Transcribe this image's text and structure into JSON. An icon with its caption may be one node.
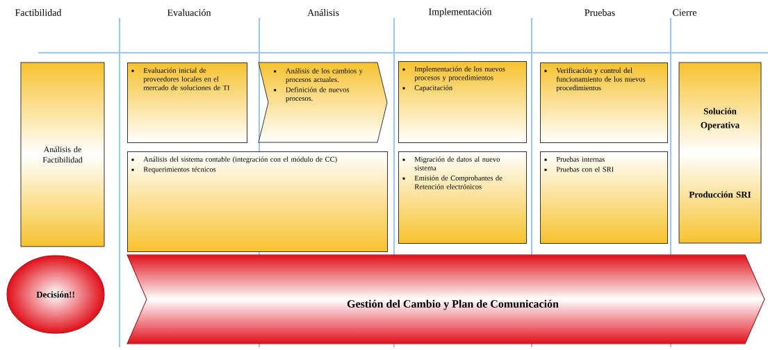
{
  "diagram": {
    "nodes": [
      {
        "text": [
          "Análisis de Factibilidad"
        ]
      },
      {
        "text": [
          "Evaluación inicial de proveedores locales en el mercado de soluciones de TI"
        ]
      },
      {
        "text": [
          "Análisis de los cambios y procesos actuales.",
          "Definición de nuevos procesos."
        ]
      },
      {
        "text": [
          "Implementación de los nuevos procesos y procedimientos",
          "Capacitación"
        ]
      },
      {
        "text": [
          "Análisis del sistema contable (integración con el módulo de CC)",
          "Requerimientos técnicos"
        ]
      },
      {
        "text": [
          "Migración de datos al nuevo sistema",
          "Emisión de Comprobantes de Retención electrónicos"
        ]
      },
      {
        "text": [
          "Verificación y control del funcionamiento de los nuevos procedimientos"
        ]
      },
      {
        "text": [
          "Pruebas internas",
          "Pruebas con el SRI"
        ]
      },
      {
        "text": [
          "Solución Operativa",
          "Producción SRI"
        ]
      },
      {
        "text": [
          "Decisión!!"
        ]
      },
      {
        "text": [
          "Gestión del Cambio y Plan de Comunicación"
        ]
      }
    ],
    "labels": [
      "Factibilidad",
      "Evaluación",
      "Análisis",
      "Implementación",
      "Pruebas",
      "Cierre"
    ]
  }
}
